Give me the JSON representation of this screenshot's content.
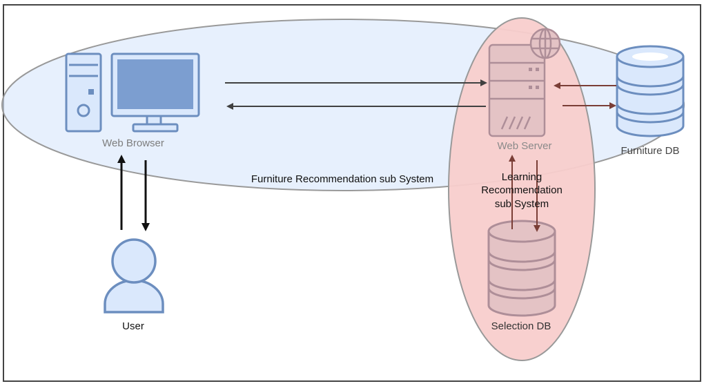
{
  "labels": {
    "web_browser": "Web Browser",
    "web_server": "Web Server",
    "furniture_db": "Furniture DB",
    "selection_db": "Selection DB",
    "user": "User",
    "furniture_subsystem": "Furniture Recommendation sub System",
    "learning_subsystem": {
      "line1": "Learning",
      "line2": "Recommendation",
      "line3": "sub System"
    }
  },
  "icons": {
    "web_browser": "desktop-computer-icon",
    "web_server": "server-icon",
    "globe": "globe-icon",
    "furniture_db": "database-icon",
    "selection_db": "database-icon",
    "user": "user-icon"
  },
  "colors": {
    "blue_stroke": "#6c8ebf",
    "blue_fill": "#dae8fc",
    "red_fill": "#f8cecc",
    "red_stroke": "#b85450",
    "arrow_dark": "#404040",
    "arrow_brown": "#7a3e36",
    "server_text": "#8a8a8a"
  }
}
